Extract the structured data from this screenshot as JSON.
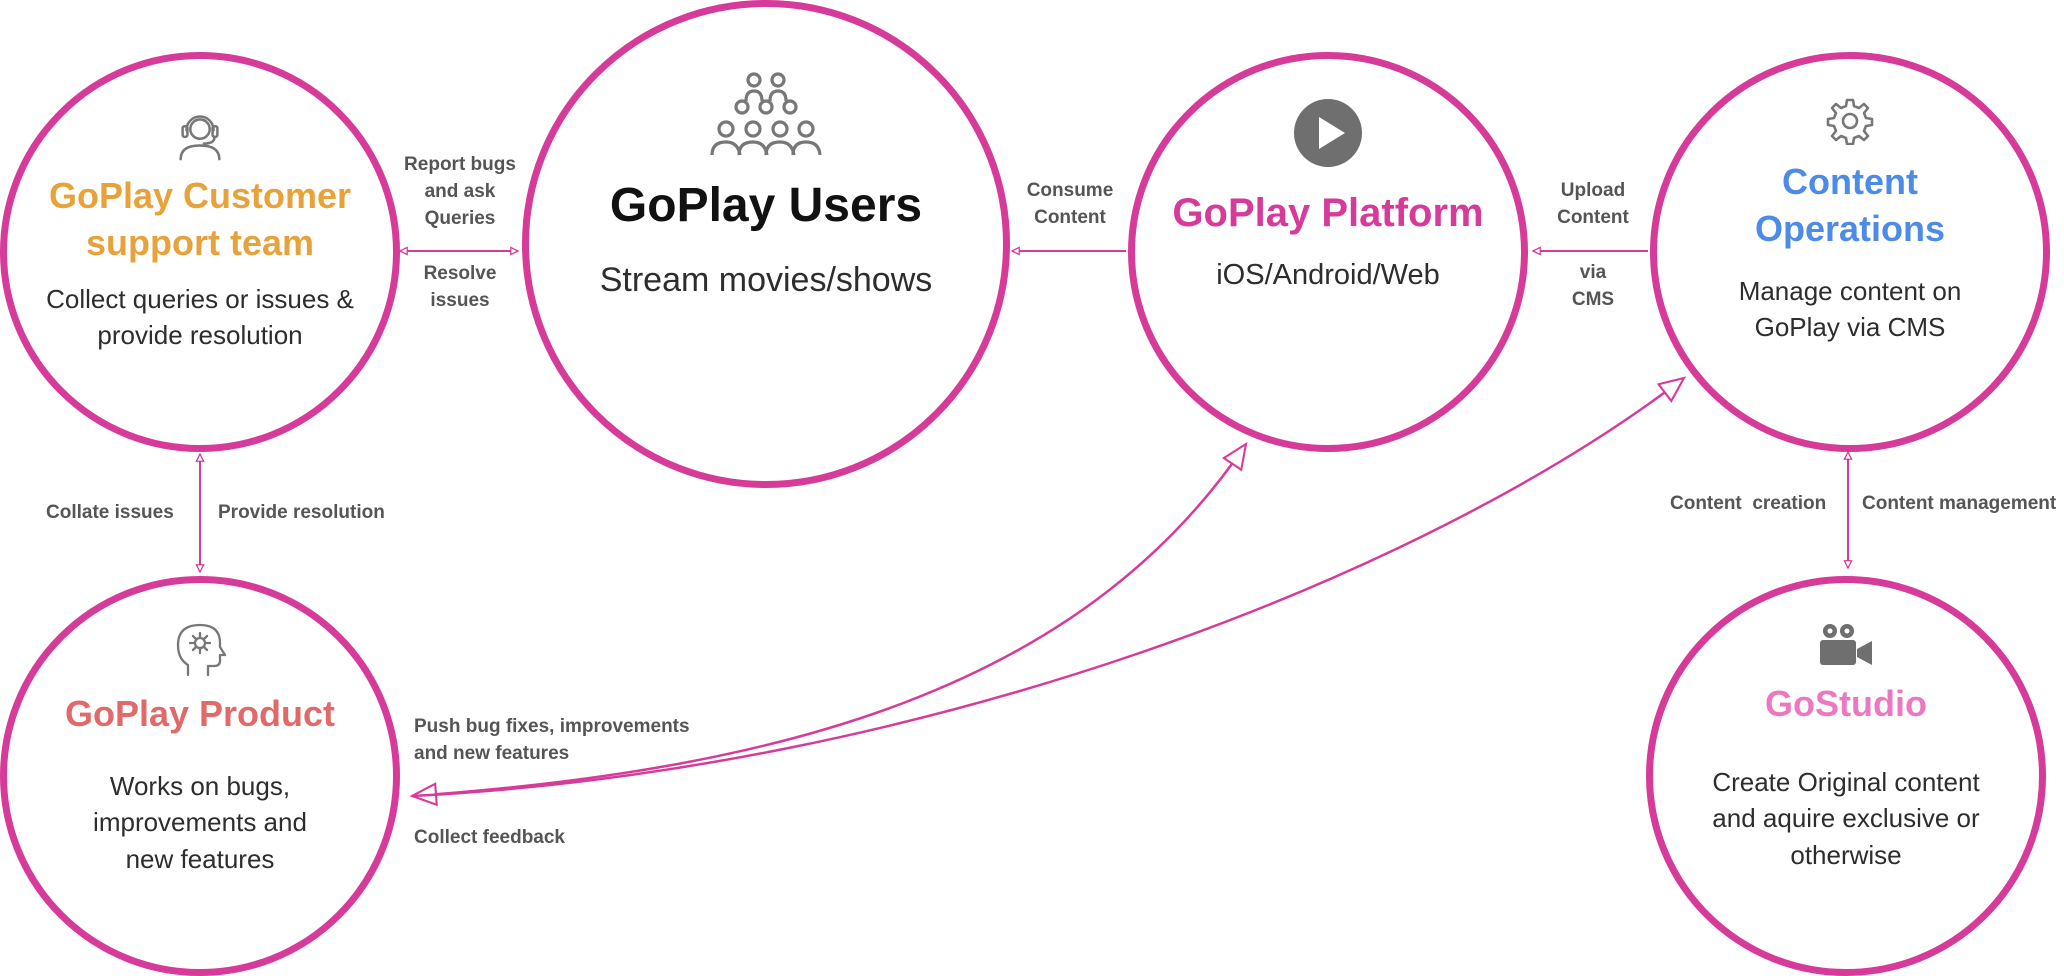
{
  "colors": {
    "ring": "#d63b9a",
    "orange": "#e8a23b",
    "pink": "#d63b9a",
    "blue": "#4c8be6",
    "salmon": "#e06a6a",
    "studio_pink": "#ec79c0",
    "icon_gray": "#777777"
  },
  "nodes": {
    "support": {
      "icon": "headset-agent-icon",
      "title": "GoPlay Customer support team",
      "desc": "Collect queries or issues & provide resolution"
    },
    "users": {
      "icon": "audience-icon",
      "title": "GoPlay Users",
      "desc": "Stream movies/shows"
    },
    "platform": {
      "icon": "play-icon",
      "title": "GoPlay Platform",
      "desc": "iOS/Android/Web"
    },
    "content_ops": {
      "icon": "gear-icon",
      "title": "Content Operations",
      "desc": "Manage content on GoPlay via CMS"
    },
    "product": {
      "icon": "brain-gear-icon",
      "title": "GoPlay Product",
      "desc": "Works on bugs, improvements and new features"
    },
    "studio": {
      "icon": "video-camera-icon",
      "title": "GoStudio",
      "desc": "Create Original content and aquire exclusive or otherwise"
    }
  },
  "labels": {
    "report_bugs": "Report bugs and ask Queries",
    "resolve_issues": "Resolve issues",
    "consume_content": "Consume Content",
    "upload_content": "Upload Content",
    "via_cms": "via CMS",
    "collate_issues": "Collate issues",
    "provide_resolution": "Provide resolution",
    "content_creation": "Content  creation",
    "content_management": "Content management",
    "push_fixes": "Push bug fixes, improvements and new features",
    "collect_feedback": "Collect feedback"
  }
}
